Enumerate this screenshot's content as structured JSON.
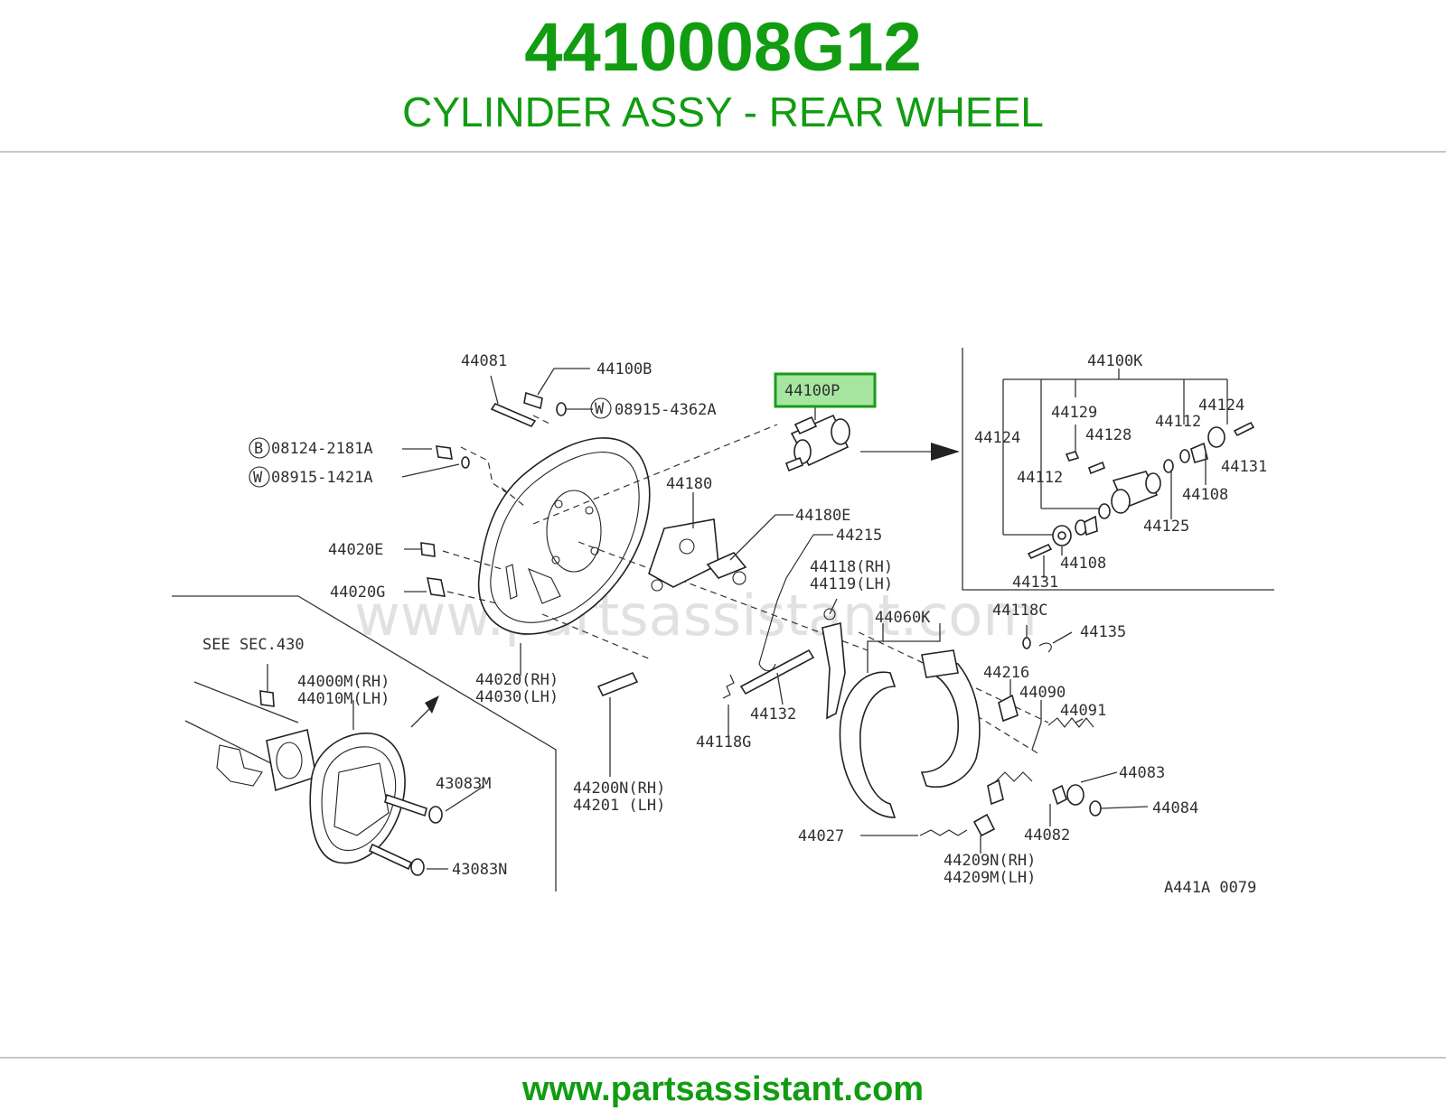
{
  "header": {
    "part_number": "4410008G12",
    "part_name": "CYLINDER ASSY - REAR WHEEL"
  },
  "footer": {
    "url": "www.partsassistant.com"
  },
  "diagram": {
    "watermark": "www.partsassistant.com",
    "figure_code": "A441A 0079",
    "highlight_color": "#a7e6a0",
    "highlight_border": "#1a9a1a",
    "labels": {
      "p44081": "44081",
      "p44100b": "44100B",
      "w089154362a": "08915-4362A",
      "p44100p": "44100P",
      "b081242181a": "08124-2181A",
      "w089151421a": "08915-1421A",
      "p44180": "44180",
      "p44180e": "44180E",
      "p44215": "44215",
      "p44020e": "44020E",
      "p44020g": "44020G",
      "p44118rh": "44118(RH)",
      "p44119lh": "44119(LH)",
      "p44060k": "44060K",
      "p44118c": "44118C",
      "p44135": "44135",
      "see_sec": "SEE SEC.430",
      "p44000m": "44000M(RH)",
      "p44010m": "44010M(LH)",
      "p44020rh": "44020(RH)",
      "p44030lh": "44030(LH)",
      "p44216": "44216",
      "p44090": "44090",
      "p44091": "44091",
      "p44132": "44132",
      "p44118g": "44118G",
      "p43083m": "43083M",
      "p44200n": "44200N(RH)",
      "p44201": "44201  (LH)",
      "p44083": "44083",
      "p44084": "44084",
      "p44082": "44082",
      "p44027": "44027",
      "p44209n": "44209N(RH)",
      "p44209m": "44209M(LH)",
      "p43083n": "43083N",
      "p44100k": "44100K",
      "p44124a": "44124",
      "p44129": "44129",
      "p44128": "44128",
      "p44112a": "44112",
      "p44124b": "44124",
      "p44131a": "44131",
      "p44112b": "44112",
      "p44108a": "44108",
      "p44125": "44125",
      "p44108b": "44108",
      "p44131b": "44131"
    },
    "markers": {
      "b": "B",
      "w": "W"
    }
  },
  "colors": {
    "header_green": "#119c11",
    "footer_green": "#119c11",
    "rule_gray": "#c8c8c8"
  }
}
